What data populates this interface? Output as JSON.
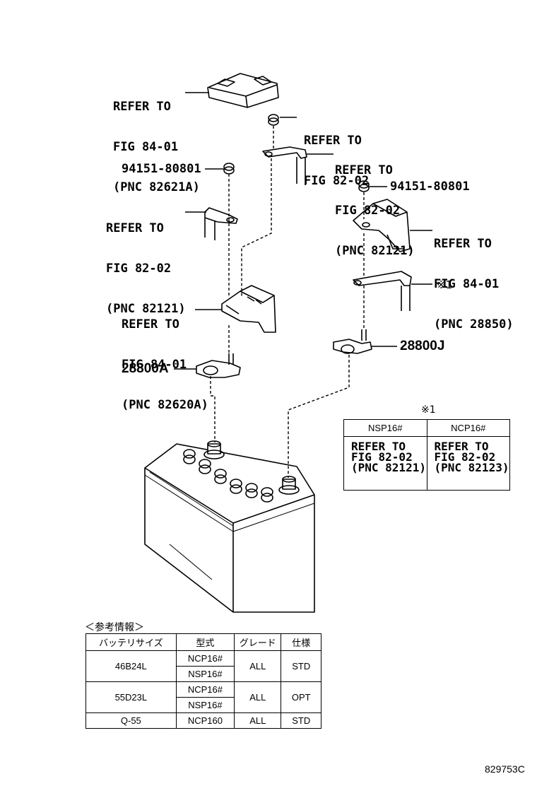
{
  "callouts": {
    "fig84_01_82621a": [
      "REFER TO",
      "FIG 84-01",
      "(PNC 82621A)"
    ],
    "fig82_02_top": [
      "REFER TO",
      "FIG 82-02"
    ],
    "fig82_02_82121_right": [
      "REFER TO",
      "FIG 82-02",
      "(PNC 82121)"
    ],
    "fig82_02_82121_left": [
      "REFER TO",
      "FIG 82-02",
      "(PNC 82121)"
    ],
    "fig84_01_28850": [
      "REFER TO",
      "FIG 84-01",
      "(PNC 28850)"
    ],
    "fig84_01_82620a": [
      "REFER TO",
      "FIG 84-01",
      "(PNC 82620A)"
    ]
  },
  "part_numbers": {
    "nut_left": "94151-80801",
    "nut_right": "94151-80801",
    "terminal_left": "28800A",
    "terminal_right": "28800J",
    "note_ref": "※1"
  },
  "note_table": {
    "title": "※1",
    "headers": [
      "NSP16#",
      "NCP16#"
    ],
    "cells": [
      [
        "REFER TO",
        "FIG 82-02",
        "(PNC 82121)"
      ],
      [
        "REFER TO",
        "FIG 82-02",
        "(PNC 82123)"
      ]
    ]
  },
  "battery_table": {
    "title": "＜参考情報＞",
    "headers": [
      "バッテリサイズ",
      "型式",
      "グレード",
      "仕様"
    ],
    "rows": [
      {
        "size": "46B24L",
        "models": [
          "NCP16#",
          "NSP16#"
        ],
        "grade": "ALL",
        "spec": "STD"
      },
      {
        "size": "55D23L",
        "models": [
          "NCP16#",
          "NSP16#"
        ],
        "grade": "ALL",
        "spec": "OPT"
      },
      {
        "size": "Q-55",
        "models": [
          "NCP160"
        ],
        "grade": "ALL",
        "spec": "STD"
      }
    ]
  },
  "diagram_code": "829753C"
}
